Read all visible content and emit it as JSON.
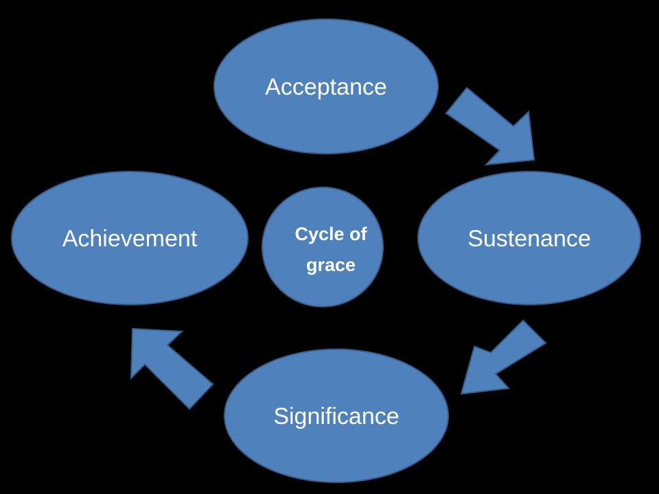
{
  "diagram": {
    "center": {
      "line1": "Cycle of",
      "line2": "grace"
    },
    "nodes": {
      "acceptance": "Acceptance",
      "sustenance": "Sustenance",
      "significance": "Significance",
      "achievement": "Achievement"
    },
    "colors": {
      "background": "#000000",
      "fill": "#4f81bd",
      "stroke": "#385d8a",
      "text": "#ffffff"
    }
  }
}
